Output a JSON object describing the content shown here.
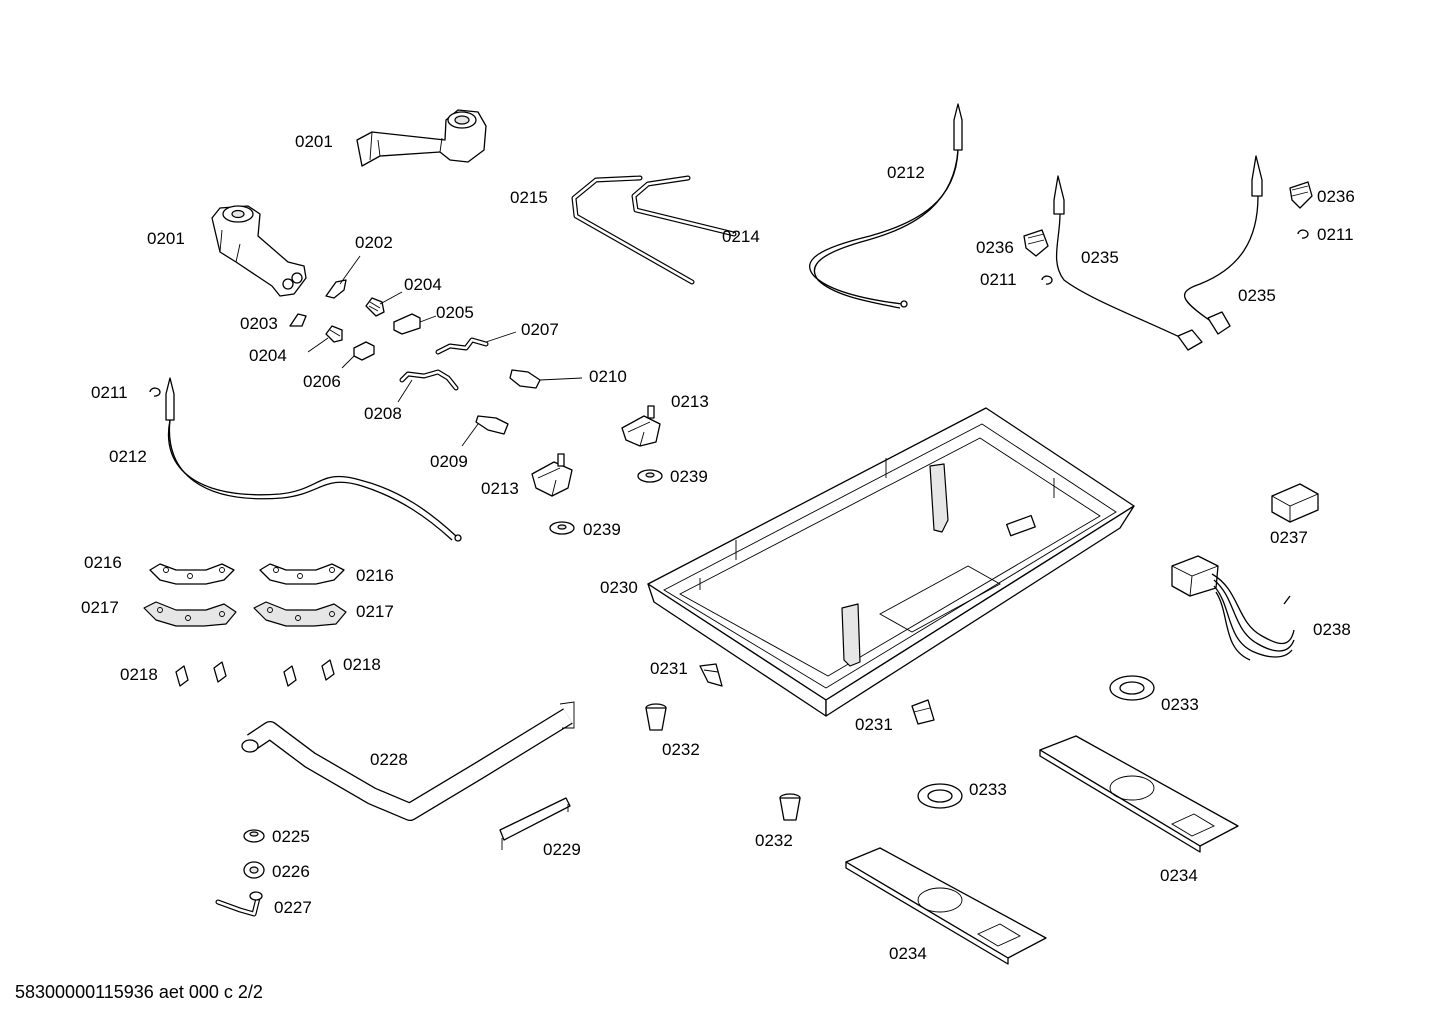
{
  "diagram": {
    "footer": "58300000115936 aet 000 c 2/2",
    "labels": {
      "p0201a": "0201",
      "p0201b": "0201",
      "p0202": "0202",
      "p0203": "0203",
      "p0204a": "0204",
      "p0204b": "0204",
      "p0205": "0205",
      "p0206": "0206",
      "p0207": "0207",
      "p0208": "0208",
      "p0209": "0209",
      "p0210": "0210",
      "p0211a": "0211",
      "p0211b": "0211",
      "p0211c": "0211",
      "p0212a": "0212",
      "p0212b": "0212",
      "p0213a": "0213",
      "p0213b": "0213",
      "p0214": "0214",
      "p0215": "0215",
      "p0216a": "0216",
      "p0216b": "0216",
      "p0217a": "0217",
      "p0217b": "0217",
      "p0218a": "0218",
      "p0218b": "0218",
      "p0225": "0225",
      "p0226": "0226",
      "p0227": "0227",
      "p0228": "0228",
      "p0229": "0229",
      "p0230": "0230",
      "p0231a": "0231",
      "p0231b": "0231",
      "p0232a": "0232",
      "p0232b": "0232",
      "p0233a": "0233",
      "p0233b": "0233",
      "p0234a": "0234",
      "p0234b": "0234",
      "p0235a": "0235",
      "p0235b": "0235",
      "p0236a": "0236",
      "p0236b": "0236",
      "p0237": "0237",
      "p0238": "0238",
      "p0239a": "0239",
      "p0239b": "0239"
    }
  }
}
